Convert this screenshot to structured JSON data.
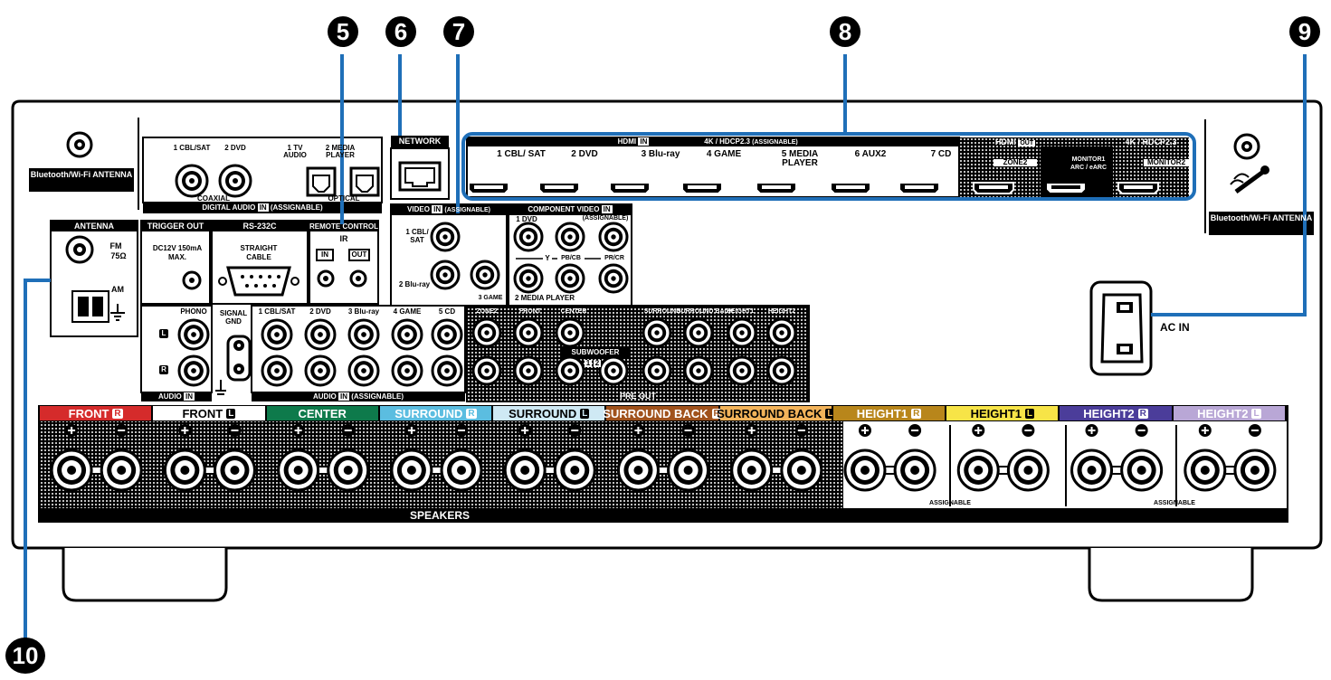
{
  "callouts": [
    "5",
    "6",
    "7",
    "8",
    "9",
    "10"
  ],
  "antenna_bt_left": "Bluetooth/Wi-Fi ANTENNA",
  "antenna_bt_right": "Bluetooth/Wi-Fi ANTENNA",
  "digital_audio": {
    "header": "DIGITAL AUDIO",
    "in": "IN",
    "assignable": "(ASSIGNABLE)",
    "coaxial": "COAXIAL",
    "optical": "OPTICAL",
    "inputs": [
      "1 CBL/SAT",
      "2 DVD",
      "1 TV AUDIO",
      "2 MEDIA PLAYER"
    ]
  },
  "network": "NETWORK",
  "hdmi_in": {
    "header": "HDMI",
    "in": "IN",
    "spec": "4K / HDCP2.3",
    "assignable": "(ASSIGNABLE)",
    "ports": [
      "1 CBL/ SAT",
      "2 DVD",
      "3 Blu-ray",
      "4 GAME",
      "5 MEDIA PLAYER",
      "6 AUX2",
      "7 CD"
    ]
  },
  "hdmi_out": {
    "header": "HDMI",
    "out": "OUT",
    "spec": "4K / HDCP2.3",
    "ports": [
      "ZONE2",
      "MONITOR1 ARC / eARC",
      "MONITOR2"
    ]
  },
  "antenna": {
    "header": "ANTENNA",
    "fm": "FM",
    "ohm": "75Ω",
    "am": "AM"
  },
  "trigger": {
    "header": "TRIGGER OUT",
    "spec": "DC12V 150mA MAX."
  },
  "rs232": {
    "header": "RS-232C",
    "sub": "STRAIGHT CABLE"
  },
  "remote": {
    "header": "REMOTE CONTROL",
    "ir": "IR",
    "in": "IN",
    "out": "OUT"
  },
  "video": {
    "header": "VIDEO",
    "in": "IN",
    "assignable": "(ASSIGNABLE)",
    "inputs": [
      "1 CBL/ SAT",
      "2 Blu-ray",
      "3 GAME"
    ]
  },
  "component": {
    "header": "COMPONENT VIDEO",
    "in": "IN",
    "assignable": "(ASSIGNABLE)",
    "in1": "1 DVD",
    "in2": "2 MEDIA PLAYER",
    "y": "Y",
    "pb": "PB/CB",
    "pr": "PR/CR"
  },
  "phono": {
    "label": "PHONO",
    "l": "L",
    "r": "R",
    "footer": "AUDIO",
    "in": "IN"
  },
  "signal_gnd": "SIGNAL GND",
  "audio_in": {
    "inputs": [
      "1 CBL/SAT",
      "2 DVD",
      "3 Blu-ray",
      "4 GAME",
      "5 CD"
    ],
    "footer": "AUDIO",
    "in": "IN",
    "assignable": "(ASSIGNABLE)"
  },
  "pre_out": {
    "labels": [
      "ZONE2",
      "FRONT",
      "CENTER",
      "SURROUND",
      "SURROUND BACK",
      "HEIGHT1",
      "HEIGHT2"
    ],
    "subwoofer": "SUBWOOFER",
    "sub1": "1",
    "sub2": "2",
    "footer": "PRE OUT"
  },
  "ac_in": "AC IN",
  "speakers": {
    "footer": "SPEAKERS",
    "assignable": "ASSIGNABLE",
    "channels": [
      {
        "name": "FRONT",
        "side": "R",
        "bg": "#d52b2b",
        "fg": "#ffffff"
      },
      {
        "name": "FRONT",
        "side": "L",
        "bg": "#ffffff",
        "fg": "#000000"
      },
      {
        "name": "CENTER",
        "side": "",
        "bg": "#0e7a4b",
        "fg": "#ffffff"
      },
      {
        "name": "SURROUND",
        "side": "R",
        "bg": "#5bbde0",
        "fg": "#ffffff"
      },
      {
        "name": "SURROUND",
        "side": "L",
        "bg": "#cfe9f4",
        "fg": "#000000"
      },
      {
        "name": "SURROUND BACK",
        "side": "R",
        "bg": "#a0521c",
        "fg": "#ffffff"
      },
      {
        "name": "SURROUND BACK",
        "side": "L",
        "bg": "#f2b35a",
        "fg": "#000000"
      },
      {
        "name": "HEIGHT1",
        "side": "R",
        "bg": "#b8861b",
        "fg": "#ffffff"
      },
      {
        "name": "HEIGHT1",
        "side": "L",
        "bg": "#f7e447",
        "fg": "#000000"
      },
      {
        "name": "HEIGHT2",
        "side": "R",
        "bg": "#4b3d9a",
        "fg": "#ffffff"
      },
      {
        "name": "HEIGHT2",
        "side": "L",
        "bg": "#b9a7d6",
        "fg": "#ffffff"
      }
    ]
  },
  "colors": {
    "callout_line": "#1f6fb8",
    "black": "#000000",
    "dot": "#555555"
  }
}
